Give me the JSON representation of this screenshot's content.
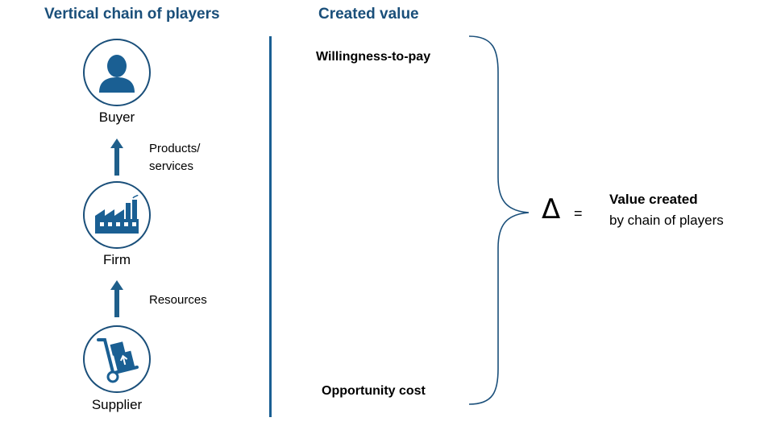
{
  "left_panel": {
    "title": "Vertical chain of players",
    "players": [
      {
        "label": "Buyer",
        "icon": "person-icon"
      },
      {
        "label": "Firm",
        "icon": "factory-icon"
      },
      {
        "label": "Supplier",
        "icon": "hand-truck-icon"
      }
    ],
    "flows": [
      {
        "label": "Products/\nservices"
      },
      {
        "label": "Resources"
      }
    ]
  },
  "right_panel": {
    "title": "Created value",
    "top_label": "Willingness-to-pay",
    "bottom_label": "Opportunity cost",
    "delta_symbol": "Δ",
    "equals": "=",
    "result_title": "Value created",
    "result_subtitle": "by chain of players"
  },
  "colors": {
    "heading": "#1a4f7a",
    "icon": "#1a5f93",
    "arrow": "#1f5f8b"
  }
}
